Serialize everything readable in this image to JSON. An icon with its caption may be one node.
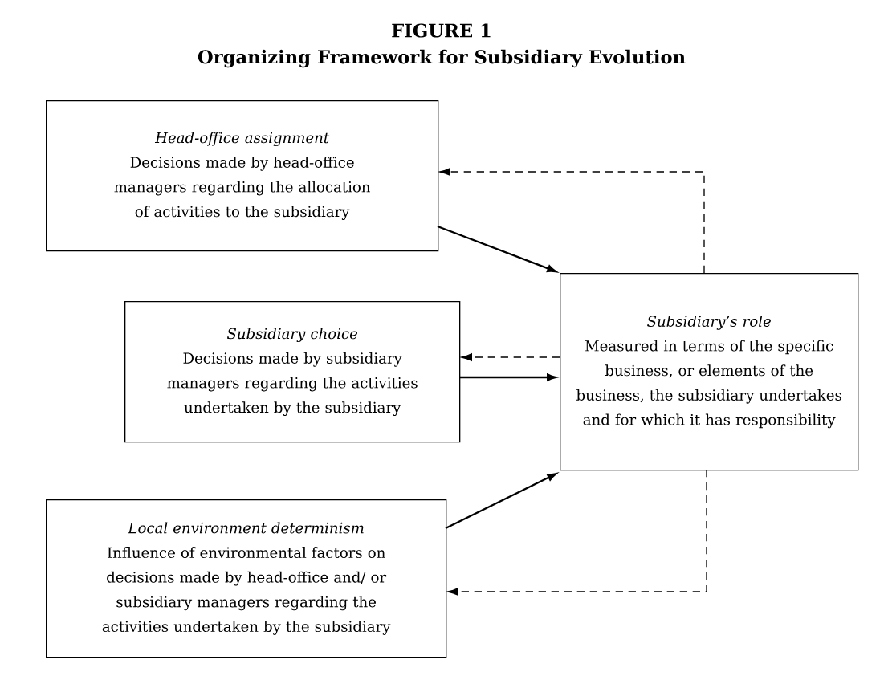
{
  "diagram": {
    "title": "Organizing Framework for Subsidiary Evolution",
    "nodes": [
      {
        "text": [
          "Head-office assignment",
          "Decisions made by head-office managers regarding the allocation of activities to the subsidiary"
        ]
      },
      {
        "text": [
          "Subsidiary choice",
          "Decisions made by subsidiary managers regarding the activities undertaken by the subsidiary"
        ]
      },
      {
        "text": [
          "Local environment determinism",
          "Influence of environmental factors on decisions made by head-office and/ or subsidiary managers regarding the activities undertaken by the subsidiary"
        ]
      },
      {
        "text": [
          "Subsidiary’s role",
          "Measured in terms of the specific business, or elements of the business, the subsidiary undertakes and for which it has responsibility"
        ]
      }
    ],
    "edges": [
      {
        "from": 0,
        "to": 3,
        "arrow": "to"
      },
      {
        "from": 1,
        "to": 3,
        "arrow": "to"
      },
      {
        "from": 2,
        "to": 3,
        "arrow": "to"
      },
      {
        "from": 3,
        "to": 0,
        "arrow": "to",
        "style": "dashed"
      },
      {
        "from": 3,
        "to": 1,
        "arrow": "to",
        "style": "dashed"
      },
      {
        "from": 3,
        "to": 2,
        "arrow": "to",
        "style": "dashed"
      }
    ],
    "labels": [
      "FIGURE 1"
    ]
  }
}
